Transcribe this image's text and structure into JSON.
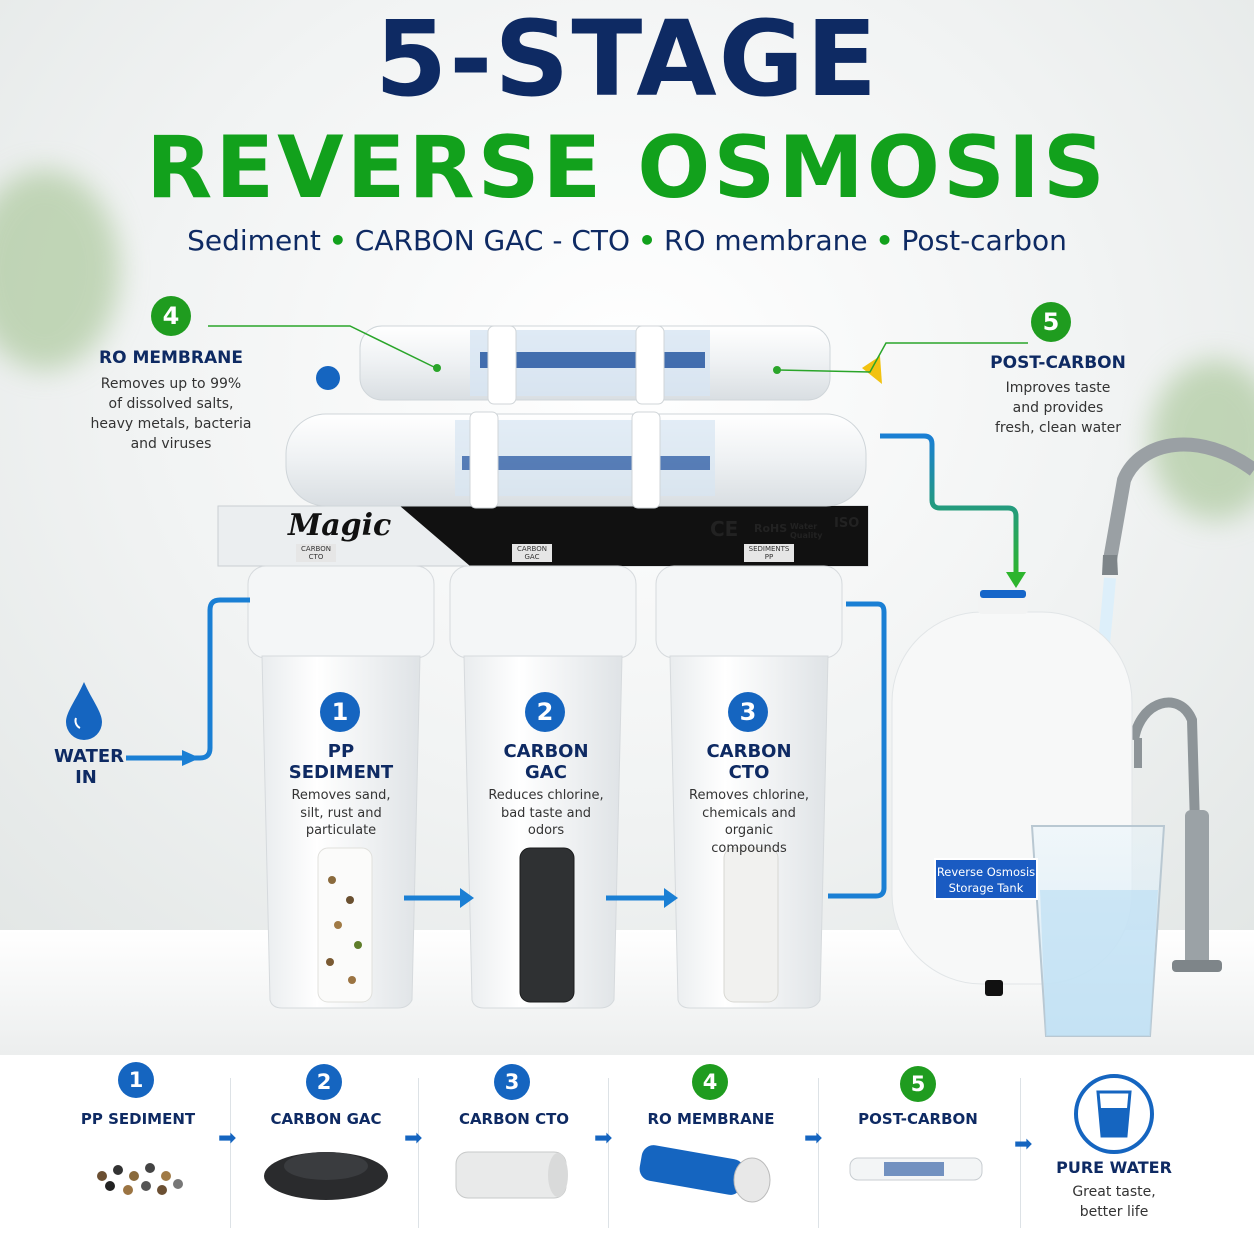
{
  "header": {
    "line1": "5-STAGE",
    "line2": "REVERSE OSMOSIS",
    "stages_line": [
      "Sediment",
      "CARBON GAC - CTO",
      "RO membrane",
      "Post-carbon"
    ],
    "separator": "•"
  },
  "callouts": {
    "ro_membrane": {
      "number": "4",
      "title": "RO MEMBRANE",
      "lines": [
        "Removes up to 99%",
        "of dissolved salts,",
        "heavy metals, bacteria",
        "and viruses"
      ]
    },
    "post_carbon": {
      "number": "5",
      "title": "POST-CARBON",
      "lines": [
        "Improves taste",
        "and provides",
        "fresh, clean water"
      ]
    }
  },
  "water_in": {
    "line1": "WATER",
    "line2": "IN"
  },
  "filters": [
    {
      "number": "1",
      "title_1": "PP",
      "title_2": "SEDIMENT",
      "desc": [
        "Removes sand,",
        "silt, rust and",
        "particulate"
      ]
    },
    {
      "number": "2",
      "title_1": "CARBON",
      "title_2": "GAC",
      "desc": [
        "Reduces chlorine,",
        "bad taste and",
        "odors"
      ]
    },
    {
      "number": "3",
      "title_1": "CARBON",
      "title_2": "CTO",
      "desc": [
        "Removes chlorine,",
        "chemicals and",
        "organic",
        "compounds"
      ]
    }
  ],
  "unit": {
    "brand": "Magic",
    "housing_tags": [
      "CARBON CTO",
      "CARBON GAC",
      "SEDIMENTS PP"
    ],
    "certs": [
      "CE",
      "RoHS",
      "Water Quality",
      "ISO"
    ]
  },
  "tank": {
    "line1": "Reverse Osmosis",
    "line2": "Storage Tank"
  },
  "bottom": {
    "steps": [
      {
        "number": "1",
        "label": "PP SEDIMENT",
        "color": "#1565c0"
      },
      {
        "number": "2",
        "label": "CARBON GAC",
        "color": "#1565c0"
      },
      {
        "number": "3",
        "label": "CARBON CTO",
        "color": "#1565c0"
      },
      {
        "number": "4",
        "label": "RO MEMBRANE",
        "color": "#1f9c1f"
      },
      {
        "number": "5",
        "label": "POST-CARBON",
        "color": "#1f9c1f"
      }
    ],
    "pure": {
      "title": "PURE WATER",
      "line1": "Great taste,",
      "line2": "better life"
    },
    "arrow": "➡"
  },
  "colors": {
    "navy": "#0e2a63",
    "green": "#12a11c",
    "blue": "#1565c0",
    "flow": "#1a7fd4"
  }
}
